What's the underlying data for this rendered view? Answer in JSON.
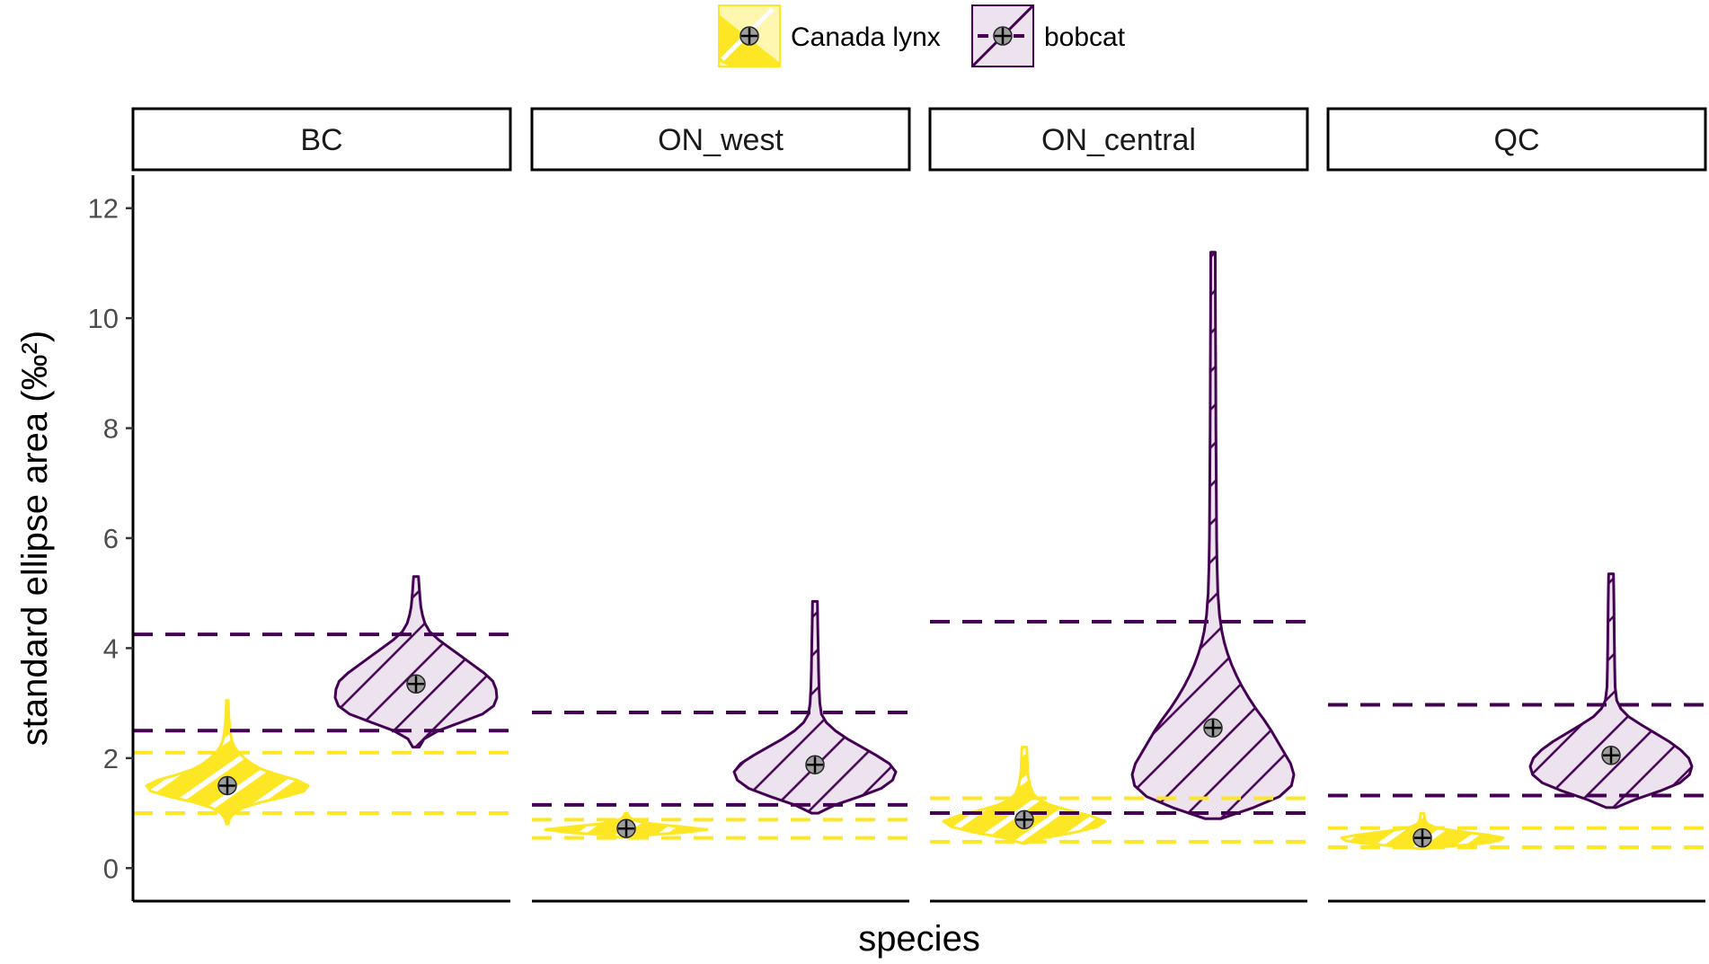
{
  "chart_data": {
    "type": "violin",
    "xlabel": "species",
    "ylabel": "standard ellipse area (‰²)",
    "ylim": [
      -0.6,
      12.6
    ],
    "yticks": [
      0,
      2,
      4,
      6,
      8,
      10,
      12
    ],
    "legend": {
      "position": "top",
      "entries": [
        {
          "key": "lynx",
          "label": "Canada lynx"
        },
        {
          "key": "bobcat",
          "label": "bobcat"
        }
      ]
    },
    "colors": {
      "lynx": "#fde725",
      "bobcat": "#440154",
      "bobcat_fill": "#ece3ee",
      "mean_marker": "#9e9e9e"
    },
    "panels": [
      {
        "name": "BC",
        "groups": [
          {
            "species": "lynx",
            "min": 0.8,
            "max": 3.05,
            "mean": 1.5,
            "profile": [
              [
                0.8,
                0.01
              ],
              [
                0.9,
                0.03
              ],
              [
                1.0,
                0.08
              ],
              [
                1.1,
                0.2
              ],
              [
                1.2,
                0.42
              ],
              [
                1.3,
                0.72
              ],
              [
                1.4,
                0.95
              ],
              [
                1.5,
                1.0
              ],
              [
                1.6,
                0.86
              ],
              [
                1.7,
                0.62
              ],
              [
                1.8,
                0.42
              ],
              [
                1.9,
                0.3
              ],
              [
                2.0,
                0.21
              ],
              [
                2.1,
                0.14
              ],
              [
                2.2,
                0.09
              ],
              [
                2.3,
                0.06
              ],
              [
                2.4,
                0.045
              ],
              [
                2.5,
                0.035
              ],
              [
                2.6,
                0.028
              ],
              [
                2.7,
                0.022
              ],
              [
                2.8,
                0.018
              ],
              [
                2.9,
                0.015
              ],
              [
                3.05,
                0.012
              ]
            ]
          },
          {
            "species": "bobcat",
            "min": 2.2,
            "max": 5.3,
            "mean": 3.35,
            "profile": [
              [
                2.2,
                0.04
              ],
              [
                2.35,
                0.1
              ],
              [
                2.5,
                0.28
              ],
              [
                2.65,
                0.55
              ],
              [
                2.8,
                0.82
              ],
              [
                2.95,
                0.96
              ],
              [
                3.1,
                1.0
              ],
              [
                3.25,
                0.99
              ],
              [
                3.4,
                0.95
              ],
              [
                3.55,
                0.84
              ],
              [
                3.7,
                0.7
              ],
              [
                3.85,
                0.56
              ],
              [
                4.0,
                0.42
              ],
              [
                4.15,
                0.28
              ],
              [
                4.3,
                0.17
              ],
              [
                4.45,
                0.11
              ],
              [
                4.6,
                0.08
              ],
              [
                4.75,
                0.06
              ],
              [
                4.9,
                0.05
              ],
              [
                5.1,
                0.04
              ],
              [
                5.3,
                0.03
              ]
            ]
          }
        ],
        "quantile_lines": [
          {
            "species": "lynx",
            "value": 2.1
          },
          {
            "species": "lynx",
            "value": 1.0
          },
          {
            "species": "bobcat",
            "value": 4.25
          },
          {
            "species": "bobcat",
            "value": 2.5
          }
        ]
      },
      {
        "name": "ON_west",
        "groups": [
          {
            "species": "lynx",
            "min": 0.55,
            "max": 1.0,
            "mean": 0.72,
            "profile": [
              [
                0.55,
                0.03
              ],
              [
                0.6,
                0.25
              ],
              [
                0.65,
                0.72
              ],
              [
                0.7,
                1.0
              ],
              [
                0.75,
                0.7
              ],
              [
                0.8,
                0.35
              ],
              [
                0.85,
                0.15
              ],
              [
                0.9,
                0.06
              ],
              [
                0.95,
                0.03
              ],
              [
                1.0,
                0.015
              ]
            ]
          },
          {
            "species": "bobcat",
            "min": 1.0,
            "max": 4.85,
            "mean": 1.88,
            "profile": [
              [
                1.0,
                0.04
              ],
              [
                1.15,
                0.25
              ],
              [
                1.3,
                0.55
              ],
              [
                1.45,
                0.82
              ],
              [
                1.6,
                0.96
              ],
              [
                1.75,
                1.0
              ],
              [
                1.9,
                0.92
              ],
              [
                2.05,
                0.76
              ],
              [
                2.2,
                0.58
              ],
              [
                2.35,
                0.4
              ],
              [
                2.5,
                0.25
              ],
              [
                2.65,
                0.14
              ],
              [
                2.8,
                0.08
              ],
              [
                3.0,
                0.06
              ],
              [
                3.3,
                0.05
              ],
              [
                3.6,
                0.045
              ],
              [
                4.0,
                0.04
              ],
              [
                4.4,
                0.035
              ],
              [
                4.85,
                0.03
              ]
            ]
          }
        ],
        "quantile_lines": [
          {
            "species": "lynx",
            "value": 0.88
          },
          {
            "species": "lynx",
            "value": 0.55
          },
          {
            "species": "bobcat",
            "value": 2.83
          },
          {
            "species": "bobcat",
            "value": 1.15
          }
        ]
      },
      {
        "name": "ON_central",
        "groups": [
          {
            "species": "lynx",
            "min": 0.45,
            "max": 2.2,
            "mean": 0.88,
            "profile": [
              [
                0.45,
                0.02
              ],
              [
                0.55,
                0.25
              ],
              [
                0.65,
                0.62
              ],
              [
                0.75,
                0.9
              ],
              [
                0.85,
                1.0
              ],
              [
                0.95,
                0.82
              ],
              [
                1.05,
                0.55
              ],
              [
                1.15,
                0.32
              ],
              [
                1.25,
                0.18
              ],
              [
                1.35,
                0.11
              ],
              [
                1.5,
                0.07
              ],
              [
                1.65,
                0.05
              ],
              [
                1.8,
                0.04
              ],
              [
                2.0,
                0.035
              ],
              [
                2.2,
                0.03
              ]
            ]
          },
          {
            "species": "bobcat",
            "min": 0.9,
            "max": 11.2,
            "mean": 2.55,
            "profile": [
              [
                0.9,
                0.1
              ],
              [
                1.1,
                0.5
              ],
              [
                1.3,
                0.82
              ],
              [
                1.5,
                0.97
              ],
              [
                1.7,
                1.0
              ],
              [
                1.9,
                0.96
              ],
              [
                2.1,
                0.88
              ],
              [
                2.3,
                0.8
              ],
              [
                2.5,
                0.72
              ],
              [
                2.7,
                0.63
              ],
              [
                2.9,
                0.53
              ],
              [
                3.1,
                0.44
              ],
              [
                3.3,
                0.36
              ],
              [
                3.5,
                0.29
              ],
              [
                3.7,
                0.23
              ],
              [
                3.9,
                0.18
              ],
              [
                4.1,
                0.14
              ],
              [
                4.3,
                0.11
              ],
              [
                4.6,
                0.08
              ],
              [
                5.0,
                0.06
              ],
              [
                5.5,
                0.05
              ],
              [
                6.0,
                0.045
              ],
              [
                7.0,
                0.04
              ],
              [
                8.0,
                0.035
              ],
              [
                9.0,
                0.033
              ],
              [
                10.0,
                0.03
              ],
              [
                11.2,
                0.028
              ]
            ]
          }
        ],
        "quantile_lines": [
          {
            "species": "lynx",
            "value": 1.27
          },
          {
            "species": "lynx",
            "value": 0.48
          },
          {
            "species": "bobcat",
            "value": 4.48
          },
          {
            "species": "bobcat",
            "value": 1.0
          }
        ]
      },
      {
        "name": "QC",
        "groups": [
          {
            "species": "lynx",
            "min": 0.35,
            "max": 1.0,
            "mean": 0.55,
            "profile": [
              [
                0.35,
                0.03
              ],
              [
                0.4,
                0.35
              ],
              [
                0.45,
                0.75
              ],
              [
                0.5,
                0.95
              ],
              [
                0.55,
                1.0
              ],
              [
                0.6,
                0.82
              ],
              [
                0.65,
                0.55
              ],
              [
                0.7,
                0.3
              ],
              [
                0.75,
                0.14
              ],
              [
                0.8,
                0.07
              ],
              [
                0.85,
                0.04
              ],
              [
                0.9,
                0.03
              ],
              [
                1.0,
                0.02
              ]
            ]
          },
          {
            "species": "bobcat",
            "min": 1.1,
            "max": 5.35,
            "mean": 2.05,
            "profile": [
              [
                1.1,
                0.06
              ],
              [
                1.25,
                0.3
              ],
              [
                1.4,
                0.6
              ],
              [
                1.55,
                0.85
              ],
              [
                1.7,
                0.97
              ],
              [
                1.85,
                1.0
              ],
              [
                2.0,
                0.96
              ],
              [
                2.15,
                0.86
              ],
              [
                2.3,
                0.72
              ],
              [
                2.45,
                0.55
              ],
              [
                2.6,
                0.38
              ],
              [
                2.75,
                0.22
              ],
              [
                2.9,
                0.12
              ],
              [
                3.05,
                0.07
              ],
              [
                3.3,
                0.05
              ],
              [
                3.7,
                0.045
              ],
              [
                4.2,
                0.04
              ],
              [
                4.8,
                0.035
              ],
              [
                5.35,
                0.03
              ]
            ]
          }
        ],
        "quantile_lines": [
          {
            "species": "lynx",
            "value": 0.73
          },
          {
            "species": "lynx",
            "value": 0.38
          },
          {
            "species": "bobcat",
            "value": 2.97
          },
          {
            "species": "bobcat",
            "value": 1.32
          }
        ]
      }
    ]
  }
}
